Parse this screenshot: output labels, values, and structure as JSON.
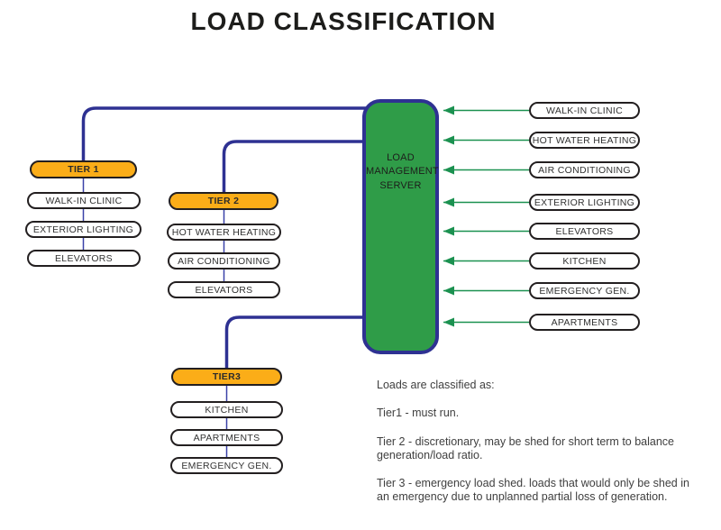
{
  "title": "LOAD CLASSIFICATION",
  "server": {
    "label": "LOAD\nMANAGEMENT\nSERVER"
  },
  "tiers": [
    {
      "label": "TIER 1",
      "items": [
        "WALK-IN CLINIC",
        "EXTERIOR LIGHTING",
        "ELEVATORS"
      ]
    },
    {
      "label": "TIER 2",
      "items": [
        "HOT WATER HEATING",
        "AIR CONDITIONING",
        "ELEVATORS"
      ]
    },
    {
      "label": "TIER3",
      "items": [
        "KITCHEN",
        "APARTMENTS",
        "EMERGENCY GEN."
      ]
    }
  ],
  "loads": [
    "WALK-IN CLINIC",
    "HOT WATER HEATING",
    "AIR CONDITIONING",
    "EXTERIOR LIGHTING",
    "ELEVATORS",
    "KITCHEN",
    "EMERGENCY GEN.",
    "APARTMENTS"
  ],
  "notes": [
    "Loads are classified as:",
    "Tier1 - must run.",
    "Tier 2 - discretionary, may be shed for short term to balance\ngeneration/load ratio.",
    "Tier 3 - emergency load shed. loads that would only be shed in\nan emergency due to unplanned partial loss of generation."
  ],
  "colors": {
    "background": "#FFFFFF",
    "tier_pill_fill": "#FBAD18",
    "box_border": "#231F20",
    "server_fill": "#2F9C48",
    "server_border": "#2E3192",
    "trunk_line": "#2E3192",
    "connector_line": "#3A41A8",
    "arrow_green": "#1B9150"
  }
}
